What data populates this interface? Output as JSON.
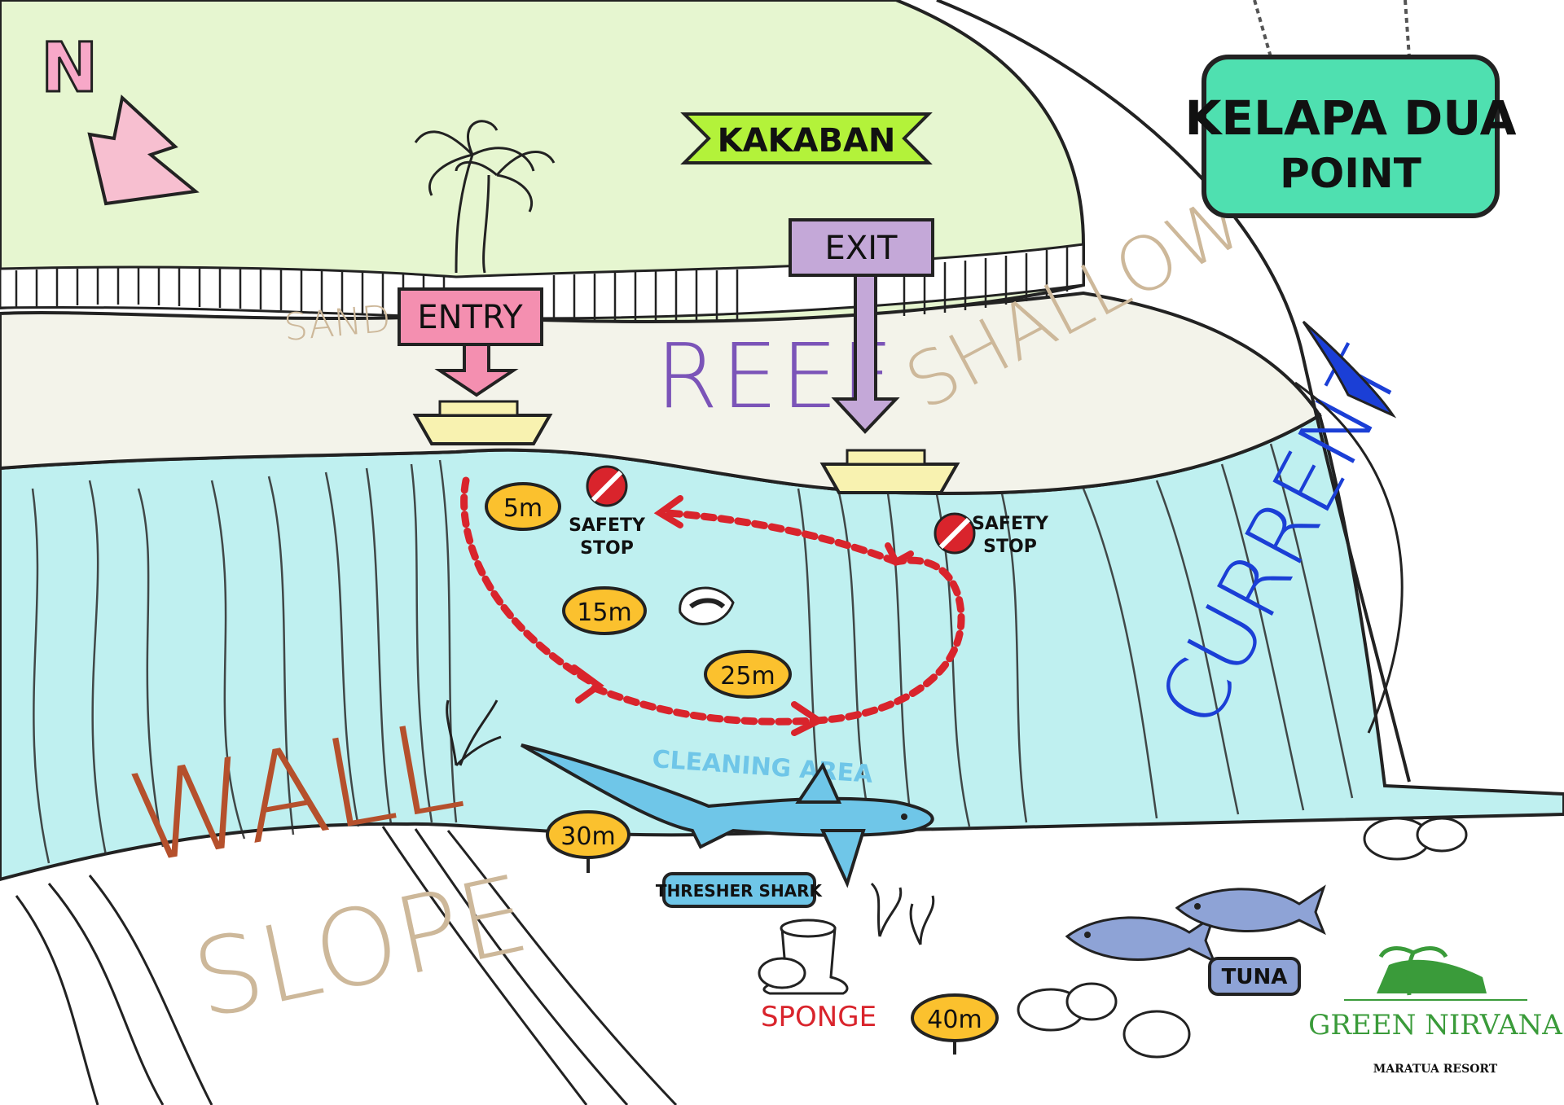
{
  "title": {
    "line1": "KELAPA DUA",
    "line2": "POINT"
  },
  "island": {
    "name": "KAKABAN"
  },
  "compass": {
    "label": "N"
  },
  "zones": {
    "sand": "SAND",
    "reef": "REEF",
    "shallow": "SHALLOW",
    "wall": "WALL",
    "slope": "SLOPE",
    "current": "CURRENT",
    "cleaning_area": "CLEANING AREA"
  },
  "signs": {
    "entry": "ENTRY",
    "exit": "EXIT"
  },
  "safety_stop": {
    "line1": "SAFETY",
    "line2": "STOP"
  },
  "depths": [
    "5m",
    "15m",
    "25m",
    "30m",
    "40m"
  ],
  "marine_life": {
    "thresher_shark": "THRESHER SHARK",
    "tuna": "TUNA",
    "sponge": "SPONGE"
  },
  "brand": {
    "name": "GREEN NIRVANA",
    "subtitle": "MARATUA RESORT"
  },
  "icons": [
    "north-arrow-icon",
    "palm-tree-icon",
    "boat-icon",
    "no-entry-icon",
    "clam-icon",
    "shark-icon",
    "tuna-fish-icon",
    "sponge-icon",
    "coral-icon",
    "rock-icon",
    "seaweed-icon"
  ],
  "colors": {
    "island": "#e6f6d0",
    "reef_flat": "#f3f3ea",
    "water": "#bff0f0",
    "slope": "#f3f3ea",
    "title_sign": "#4fe0b0",
    "island_banner": "#b3f23a",
    "entry_sign": "#f48fb0",
    "exit_sign": "#c4a8d8",
    "depth_marker": "#fbc12e",
    "dive_route": "#d9242c",
    "current": "#1b3fd6",
    "shark": "#6fc6e8",
    "brand_green": "#3a9b3a"
  }
}
